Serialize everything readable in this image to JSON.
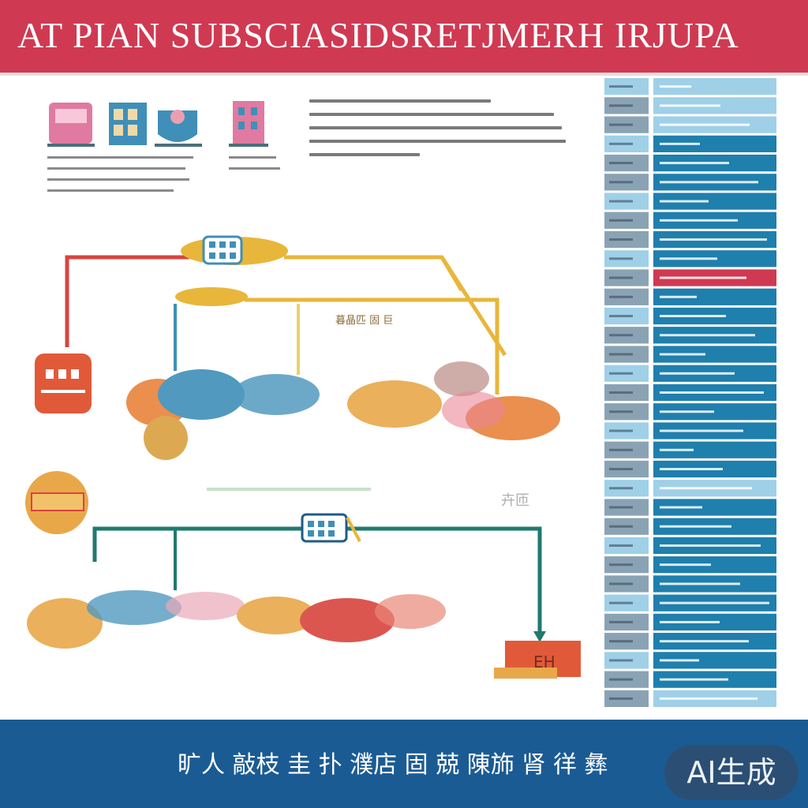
{
  "header": {
    "title": "AT PIAN  SUBSCIASIDSRETJMERH IRJUPA"
  },
  "footer": {
    "caption": "旷人 敲枝 圭 扑 濮店 固 兢  陳斾 肾 徉 彝"
  },
  "badge": {
    "label": "AI生成"
  },
  "diagram": {
    "mid_label": "暮晶匹 固 巨",
    "box_label": "EH",
    "side_tag": "卉匝",
    "flow_colors": [
      "#e8b63a",
      "#d9443e",
      "#1f7a6e",
      "#3f8fb8",
      "#e8833a"
    ]
  },
  "panel": {
    "row_count": 33,
    "colors": {
      "blue": "#1f7fad",
      "light": "#9fd0e8",
      "red": "#cf3a52",
      "grey": "#8aa3b4"
    }
  }
}
